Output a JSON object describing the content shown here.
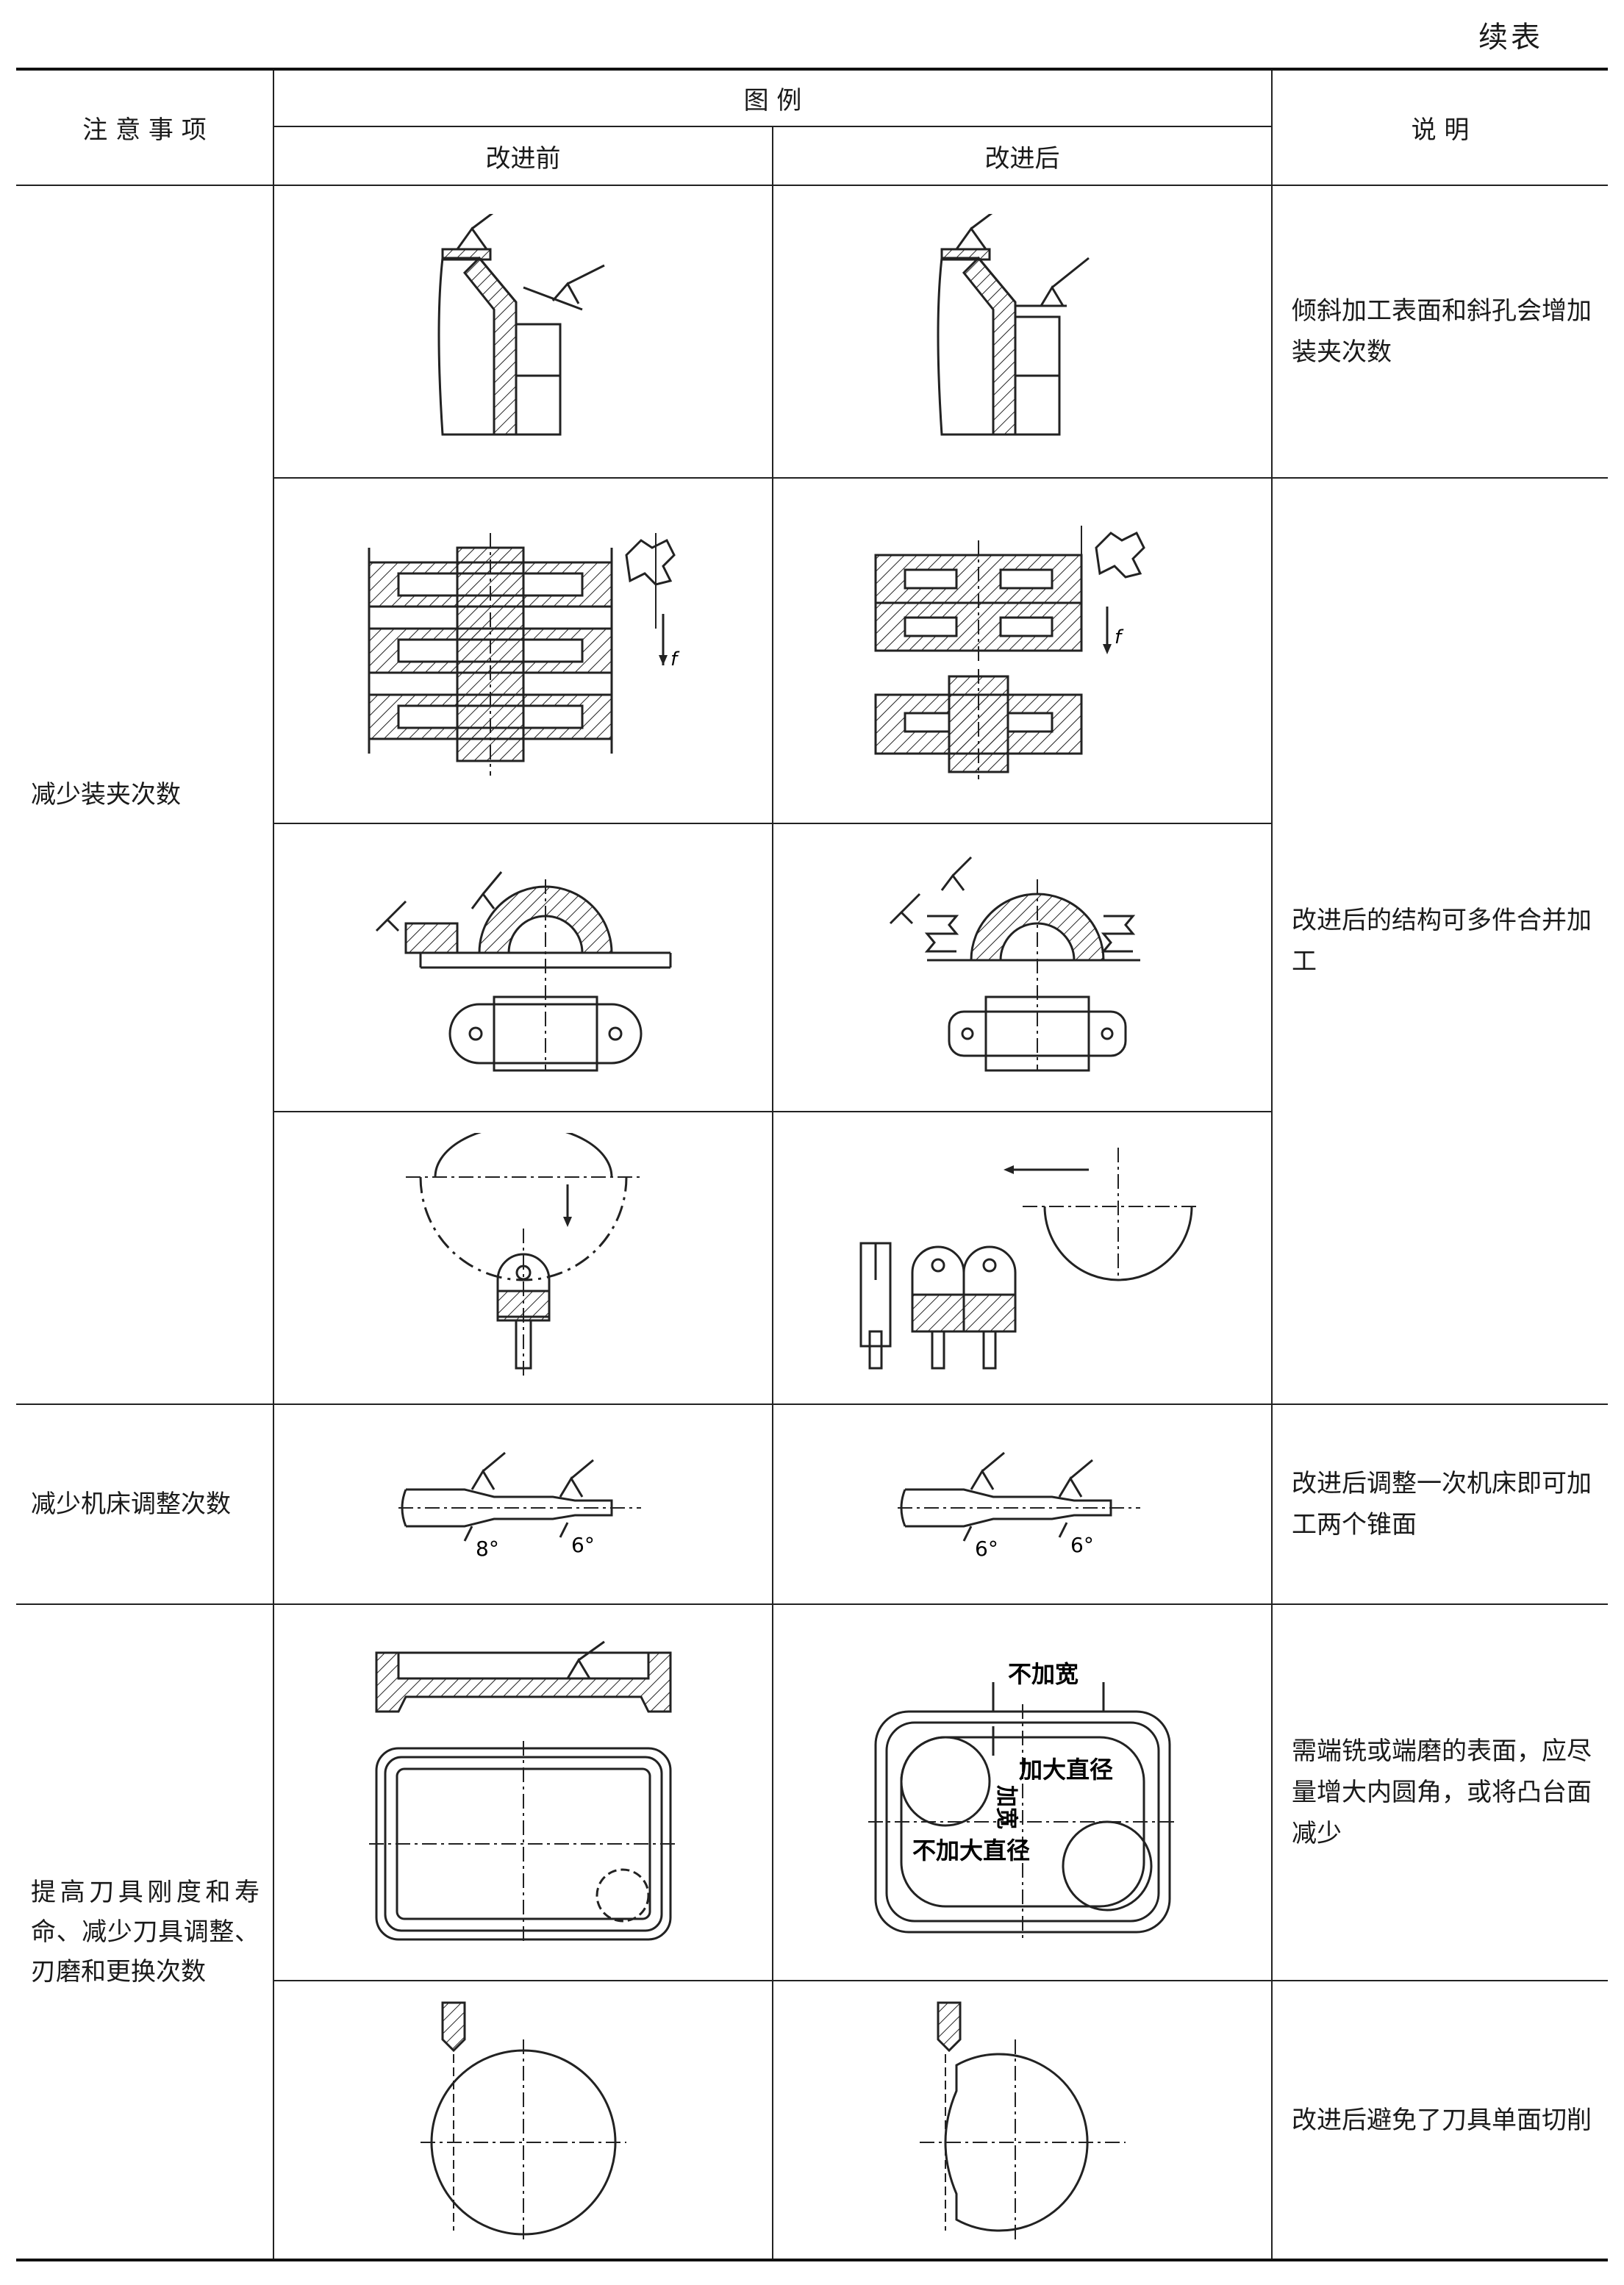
{
  "continuation": "续表",
  "headers": {
    "notes": "注 意 事 项",
    "illustration": "图    例",
    "before": "改进前",
    "after": "改进后",
    "explanation": "说    明"
  },
  "notes": {
    "reduce_setups": "减少装夹次数",
    "reduce_machine_adjust": "减少机床调整次数",
    "tool_life": "提高刀具刚度和寿命、减少刀具调整、刃磨和更换次数"
  },
  "explanations": {
    "inclined": "倾斜加工表面和斜孔会增加装夹次数",
    "multi_piece": "改进后的结构可多件合并加工",
    "one_setup": "改进后调整一次机床即可加工两个锥面",
    "fillet": "需端铣或端磨的表面，应尽量增大内圆角，或将凸台面减少",
    "single_side": "改进后避免了刀具单面切削"
  },
  "drawing_labels": {
    "feed": "f",
    "angle_8": "8°",
    "angle_6": "6°",
    "no_widen": "不加宽",
    "widen": "加宽",
    "larger_dia": "加大直径",
    "no_larger_dia": "不加大直径"
  }
}
